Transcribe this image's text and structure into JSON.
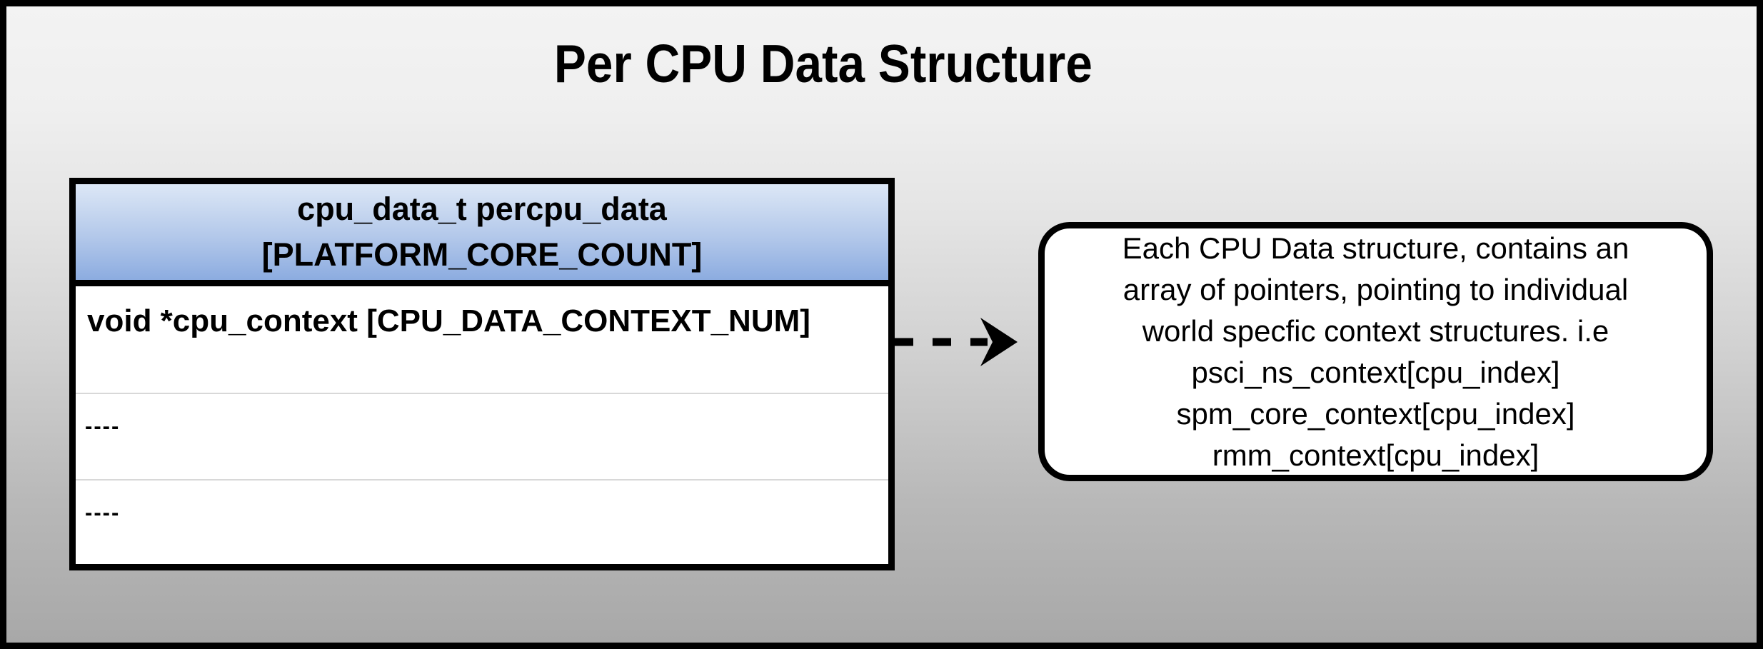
{
  "title": "Per CPU Data Structure",
  "table": {
    "header_line1": "cpu_data_t percpu_data",
    "header_line2": "[PLATFORM_CORE_COUNT]",
    "rows": [
      "void *cpu_context [CPU_DATA_CONTEXT_NUM]",
      "----",
      "----"
    ]
  },
  "note": {
    "lines": [
      "Each CPU Data structure, contains an",
      "array of pointers, pointing to individual",
      "world specfic context structures. i.e",
      "psci_ns_context[cpu_index]",
      "spm_core_context[cpu_index]",
      "rmm_context[cpu_index]"
    ]
  },
  "icons": {
    "arrow": "dashed-right-arrow"
  },
  "colors": {
    "border": "#000000",
    "header_gradient_top": "#dce7f6",
    "header_gradient_bottom": "#8cace0",
    "background_top": "#f3f3f3",
    "background_bottom": "#a8a8a8",
    "table_fill": "#ffffff",
    "note_fill": "#ffffff",
    "row_divider": "#d8d8d8",
    "text": "#000000"
  }
}
